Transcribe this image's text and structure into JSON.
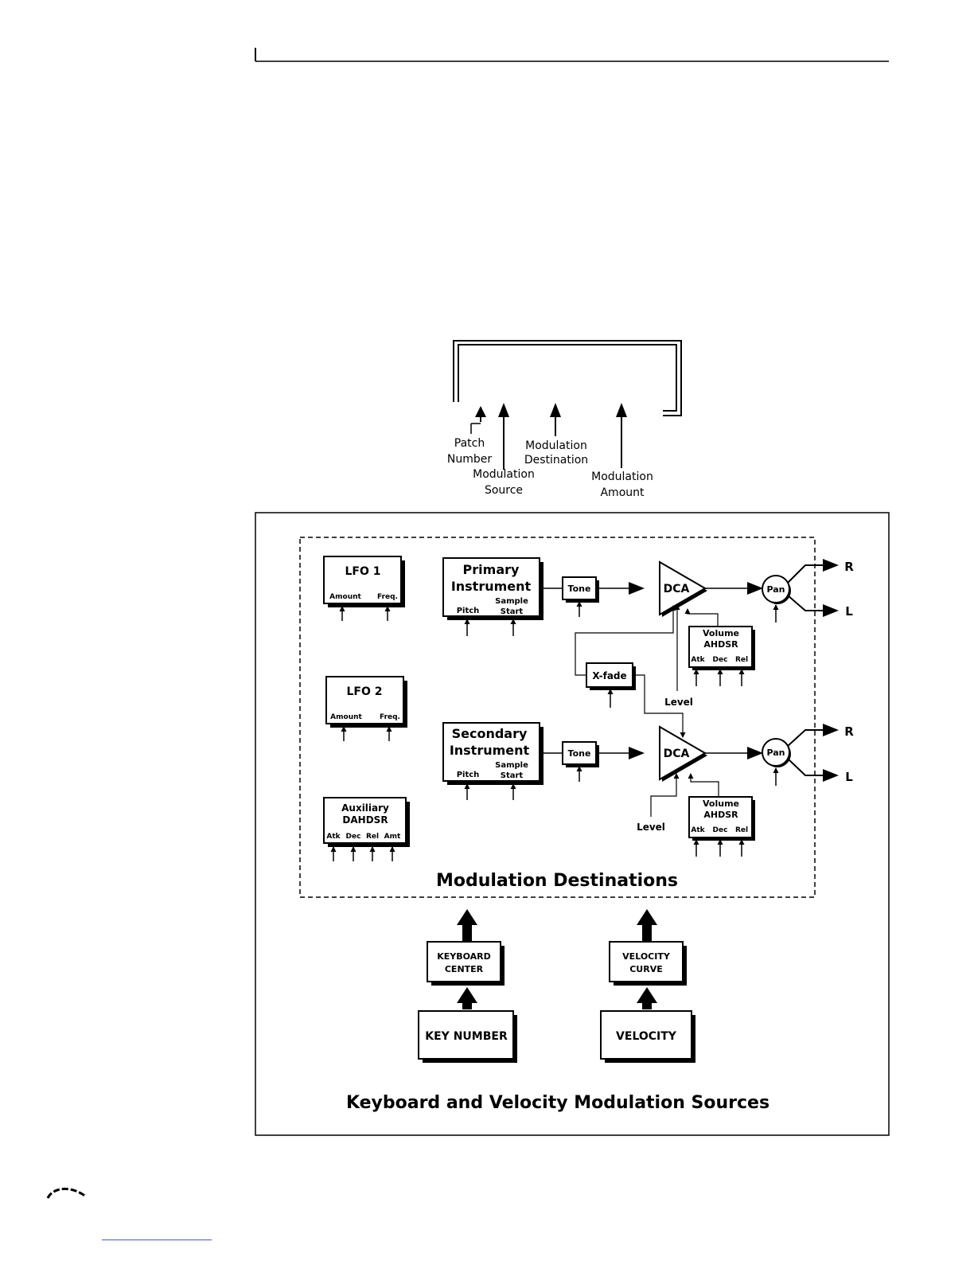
{
  "modulation_display": {
    "labels": {
      "patch_number": [
        "Patch",
        "Number"
      ],
      "modulation_source": [
        "Modulation",
        "Source"
      ],
      "modulation_destination": [
        "Modulation",
        "Destination"
      ],
      "modulation_amount": [
        "Modulation",
        "Amount"
      ]
    }
  },
  "diagram": {
    "lfo1": {
      "title": "LFO 1",
      "params": [
        "Amount",
        "Freq."
      ]
    },
    "lfo2": {
      "title": "LFO 2",
      "params": [
        "Amount",
        "Freq."
      ]
    },
    "aux_env": {
      "title": [
        "Auxiliary",
        "DAHDSR"
      ],
      "params": [
        "Atk",
        "Dec",
        "Rel",
        "Amt"
      ]
    },
    "primary_instrument": {
      "title": [
        "Primary",
        "Instrument"
      ],
      "params": [
        "Pitch",
        "Sample",
        "Start"
      ]
    },
    "secondary_instrument": {
      "title": [
        "Secondary",
        "Instrument"
      ],
      "params": [
        "Pitch",
        "Sample",
        "Start"
      ]
    },
    "tone": "Tone",
    "dca": "DCA",
    "pan": "Pan",
    "xfade": "X-fade",
    "volume_env": {
      "title": [
        "Volume",
        "AHDSR"
      ],
      "params": [
        "Atk",
        "Dec",
        "Rel"
      ]
    },
    "level": "Level",
    "out_r": "R",
    "out_l": "L",
    "destinations_caption": "Modulation Destinations",
    "keyboard_center": [
      "KEYBOARD",
      "CENTER"
    ],
    "velocity_curve": [
      "VELOCITY",
      "CURVE"
    ],
    "key_number": "KEY NUMBER",
    "velocity": "VELOCITY",
    "sources_caption": "Keyboard and Velocity Modulation Sources"
  }
}
